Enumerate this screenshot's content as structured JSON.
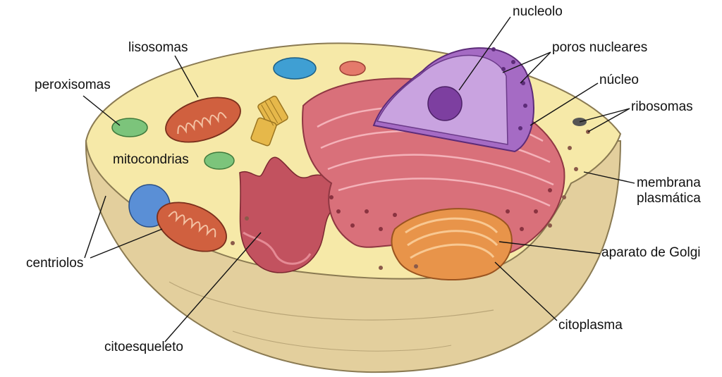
{
  "labels": {
    "nucleolo": "nucleolo",
    "poros_nucleares": "poros nucleares",
    "nucleo": "núcleo",
    "ribosomas": "ribosomas",
    "membrana_plasmatica": "membrana\nplasmática",
    "aparato_golgi": "aparato de Golgi",
    "citoplasma": "citoplasma",
    "citoesqueleto": "citoesqueleto",
    "centriolos": "centriolos",
    "mitocondrias": "mitocondrias",
    "peroxisomas": "peroxisomas",
    "lisosomas": "lisosomas"
  },
  "colors": {
    "cytoplasm": "#f6e9a8",
    "cell_bowl": "#e3cf9d",
    "membrane_edge": "#8a7a52",
    "nucleus": "#a56bc4",
    "nucleus_inner": "#c9a3e0",
    "nucleolus": "#7d3fa0",
    "er": "#d9707a",
    "golgi": "#e8944a",
    "mitochondria": "#d0603f",
    "peroxisome": "#7cc47b",
    "lysosome_blue": "#3f9fd3",
    "lysosome_red": "#e47a6b",
    "centriole": "#e6b84a",
    "cytoskeleton": "#c2525f",
    "ribosome": "#8a5a4a",
    "leader_line": "#111111"
  }
}
